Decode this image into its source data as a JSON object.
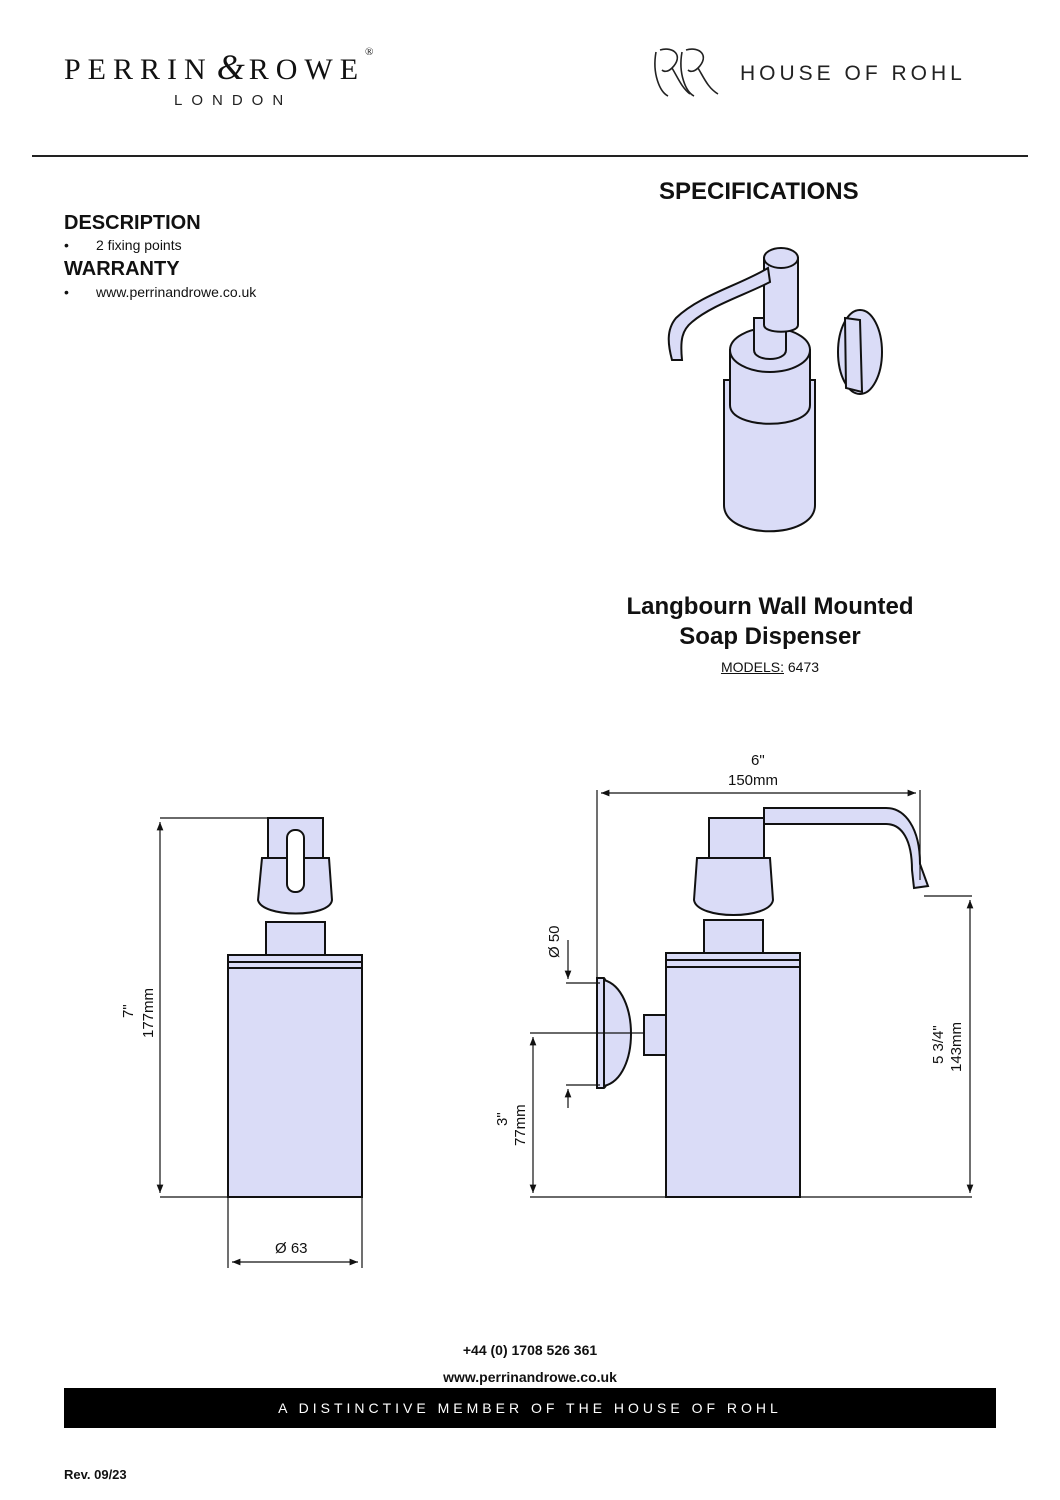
{
  "brand": {
    "left_name_a": "PERRIN",
    "left_amp": "&",
    "left_name_b": "ROWE",
    "left_reg": "®",
    "left_sub": "LONDON",
    "right_monogram": "RR",
    "right_name": "HOUSE OF ROHL"
  },
  "header": {
    "title": "SPECIFICATIONS"
  },
  "description": {
    "heading": "DESCRIPTION",
    "items": [
      "2 fixing points"
    ]
  },
  "warranty": {
    "heading": "WARRANTY",
    "items": [
      "www.perrinandrowe.co.uk"
    ]
  },
  "product": {
    "name_line1": "Langbourn Wall Mounted",
    "name_line2": "Soap Dispenser",
    "models_label": "MODELS:",
    "models_value": "6473"
  },
  "dimensions": {
    "height_in": "7\"",
    "height_mm": "177mm",
    "diameter": "Ø 63",
    "width_in": "6\"",
    "width_mm": "150mm",
    "backplate_dia": "Ø 50",
    "fix_height_in": "3\"",
    "fix_height_mm": "77mm",
    "spout_height_in": "5 3/4\"",
    "spout_height_mm": "143mm"
  },
  "contact": {
    "phone": "+44 (0) 1708 526 361",
    "website": "www.perrinandrowe.co.uk"
  },
  "footer": {
    "banner": "A DISTINCTIVE MEMBER OF THE HOUSE OF ROHL",
    "revision": "Rev. 09/23"
  },
  "colors": {
    "fill": "#dadcf7",
    "line": "#111111",
    "banner": "#000000"
  }
}
